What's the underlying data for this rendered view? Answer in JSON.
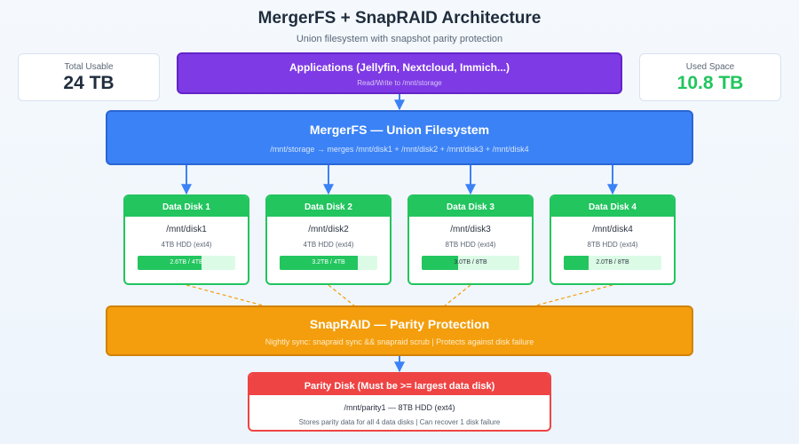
{
  "title": "MergerFS + SnapRAID Architecture",
  "subtitle": "Union filesystem with snapshot parity protection",
  "stats": {
    "total": {
      "label": "Total Usable",
      "value": "24 TB"
    },
    "used": {
      "label": "Used Space",
      "value": "10.8 TB",
      "color": "#22c55e"
    }
  },
  "apps": {
    "title": "Applications (Jellyfin, Nextcloud, Immich...)",
    "subtitle": "Read/Write to /mnt/storage",
    "color": "#7e3ae5"
  },
  "mergerfs": {
    "title": "MergerFS — Union Filesystem",
    "subtitle": "/mnt/storage → merges /mnt/disk1 + /mnt/disk2 + /mnt/disk3 + /mnt/disk4",
    "color": "#3b82f6"
  },
  "disks": [
    {
      "name": "Data Disk 1",
      "path": "/mnt/disk1",
      "type": "4TB HDD (ext4)",
      "usage": "2.6TB / 4TB",
      "fill": 0.65
    },
    {
      "name": "Data Disk 2",
      "path": "/mnt/disk2",
      "type": "4TB HDD (ext4)",
      "usage": "3.2TB / 4TB",
      "fill": 0.8
    },
    {
      "name": "Data Disk 3",
      "path": "/mnt/disk3",
      "type": "8TB HDD (ext4)",
      "usage": "3.0TB / 8TB",
      "fill": 0.375
    },
    {
      "name": "Data Disk 4",
      "path": "/mnt/disk4",
      "type": "8TB HDD (ext4)",
      "usage": "2.0TB / 8TB",
      "fill": 0.25
    }
  ],
  "snapraid": {
    "title": "SnapRAID — Parity Protection",
    "subtitle": "Nightly sync: snapraid sync && snapraid scrub | Protects against disk failure",
    "color": "#f49e0d"
  },
  "parity": {
    "title": "Parity Disk (Must be >= largest data disk)",
    "path": "/mnt/parity1 — 8TB HDD (ext4)",
    "description": "Stores parity data for all 4 data disks | Can recover 1 disk failure",
    "color": "#ef4444"
  }
}
